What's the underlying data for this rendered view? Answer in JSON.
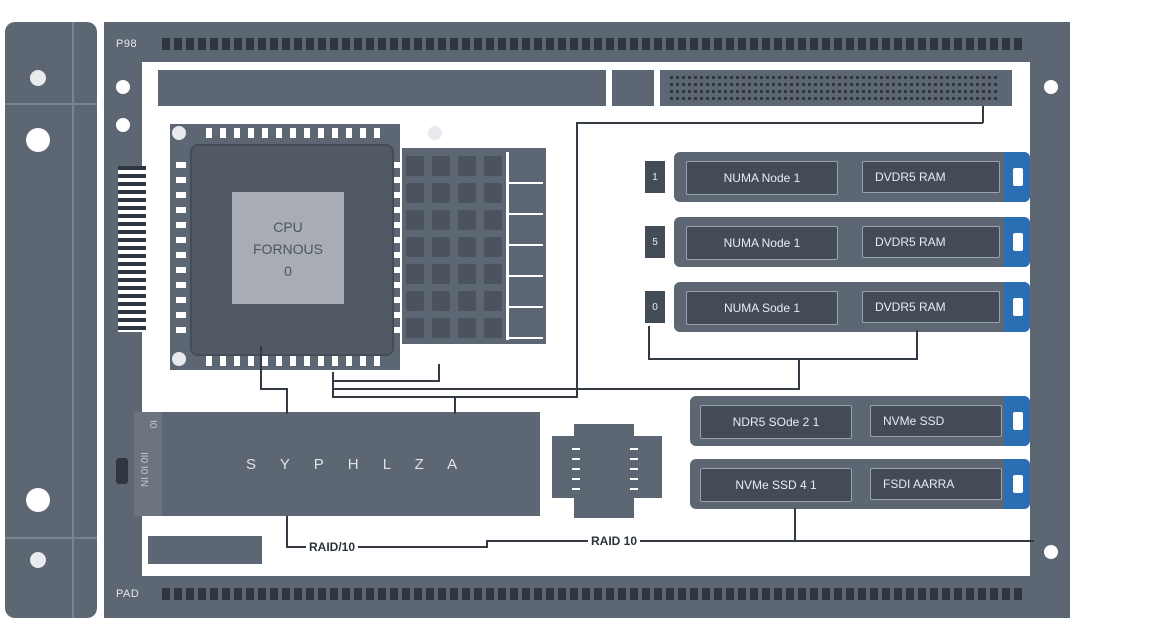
{
  "board": {
    "top_label": "P98",
    "bottom_label": "PAD"
  },
  "cpu": {
    "label_line1": "CPU",
    "label_line2": "FORNOUS",
    "label_line3": "0"
  },
  "chipset": {
    "label": "S Y P H L Z A",
    "side_text_a": "NI 0I 0II",
    "side_text_b": "0I"
  },
  "memory_slots": [
    {
      "tab": "1",
      "node_label": "NUMA Node 1",
      "ram_label": "DVDR5 RAM"
    },
    {
      "tab": "5",
      "node_label": "NUMA Node 1",
      "ram_label": "DVDR5 RAM"
    },
    {
      "tab": "0",
      "node_label": "NUMA Sode 1",
      "ram_label": "DVDR5 RAM"
    }
  ],
  "storage_slots": [
    {
      "left_label": "NDR5 SOde 2 1",
      "right_label": "NVMe SSD"
    },
    {
      "left_label": "NVMe SSD 4 1",
      "right_label": "FSDI AARRA"
    }
  ],
  "connectors": {
    "raid_left": "RAID/10",
    "raid_right": "RAID 10"
  },
  "colors": {
    "board": "#5d6673",
    "dark": "#434b57",
    "accent": "#2a6fb3",
    "trace": "#333a45"
  }
}
